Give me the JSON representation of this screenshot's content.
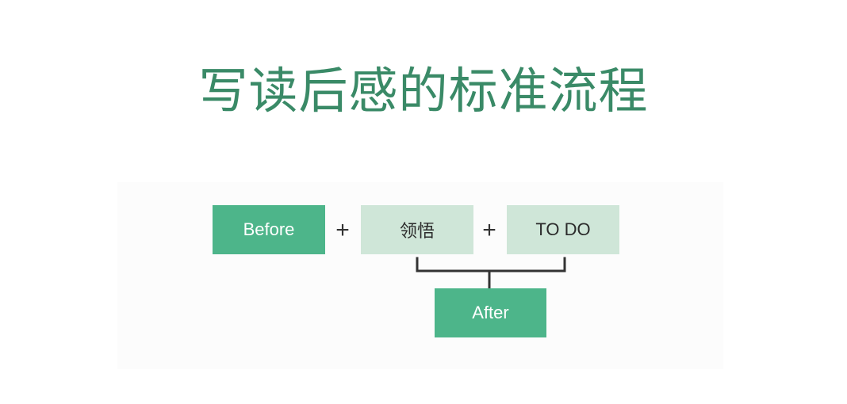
{
  "title": "写读后感的标准流程",
  "colors": {
    "title": "#3a8a67",
    "box_dark": "#4db58a",
    "box_light": "#cfe6d8",
    "connector": "#333333"
  },
  "diagram": {
    "before": "Before",
    "insight": "领悟",
    "todo": "TO DO",
    "after": "After",
    "plus_1": "+",
    "plus_2": "+"
  }
}
